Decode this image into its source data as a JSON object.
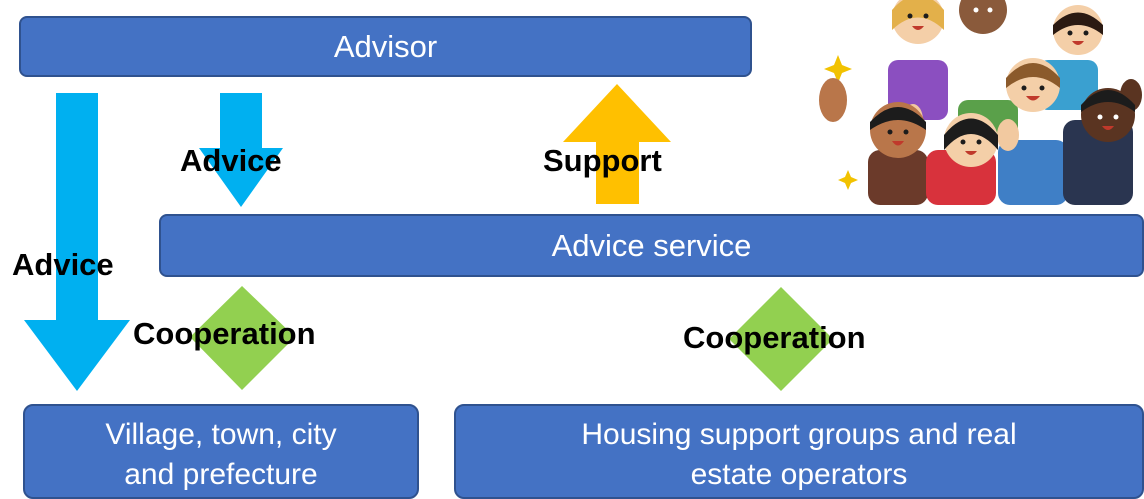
{
  "boxes": {
    "advisor": "Advisor",
    "advice_service": "Advice service",
    "village_line1": "Village, town, city",
    "village_line2": "and prefecture",
    "housing_line1": "Housing support groups and real",
    "housing_line2": "estate operators"
  },
  "labels": {
    "advice_short": "Advice",
    "support": "Support",
    "advice_long": "Advice",
    "cooperation_left": "Cooperation",
    "cooperation_right": "Cooperation"
  },
  "colors": {
    "box_fill": "#4472c4",
    "box_border": "#2f528f",
    "advice_arrow": "#00b0f0",
    "support_arrow": "#ffc000",
    "cooperation_arrow": "#92d050"
  },
  "illustration": {
    "icon": "cheering-crowd-illustration"
  }
}
